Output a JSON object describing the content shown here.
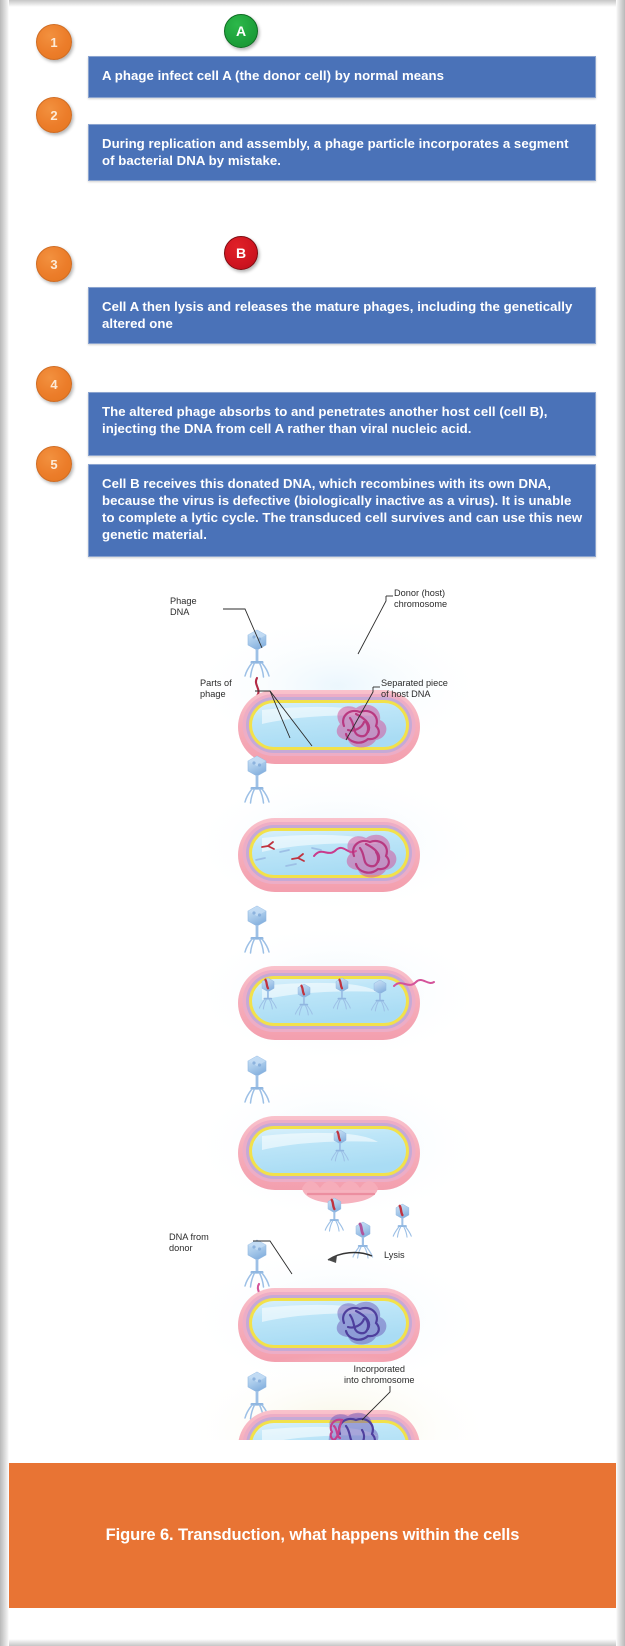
{
  "page": {
    "background": "#ffffff",
    "accent_blue": "#4a72b8",
    "accent_orange": "#e87434",
    "badge_green": "#1da03a",
    "badge_red": "#cf1420"
  },
  "steps": [
    {
      "number": "1",
      "text": "A phage infect cell A (the donor cell) by normal means"
    },
    {
      "number": "2",
      "text": "During replication and assembly, a phage particle incorporates a segment of bacterial DNA by mistake."
    },
    {
      "number": "3",
      "text": "Cell A then lysis and releases the mature phages, including the genetically altered one"
    },
    {
      "number": "4",
      "text": "The altered phage absorbs to and penetrates another host cell (cell B), injecting the DNA from cell A rather than viral nucleic acid."
    },
    {
      "number": "5",
      "text": "Cell B receives this donated DNA, which recombines with its own DNA, because the virus is defective (biologically inactive as a virus).  It is unable to complete a lytic cycle. The transduced cell survives and can use this new genetic material."
    }
  ],
  "badges": [
    {
      "label": "A",
      "kind": "donor-cell-badge"
    },
    {
      "label": "B",
      "kind": "recipient-cell-badge"
    }
  ],
  "illustration": {
    "labels": [
      {
        "id": "phage-dna",
        "line1": "Phage",
        "line2": "DNA"
      },
      {
        "id": "donor-host-chromosome",
        "line1": "Donor (host)",
        "line2": "chromosome"
      },
      {
        "id": "parts-of-phage",
        "line1": "Parts of",
        "line2": "phage"
      },
      {
        "id": "separated-piece-of-host-dna",
        "line1": "Separated piece",
        "line2": "of host DNA"
      },
      {
        "id": "dna-from-donor",
        "line1": "DNA from",
        "line2": "donor"
      },
      {
        "id": "lysis",
        "line1": "Lysis",
        "line2": ""
      },
      {
        "id": "incorporated-into-chromosome",
        "line1": "Incorporated",
        "line2": "into chromosome"
      }
    ],
    "stage_count": 6
  },
  "caption": {
    "text": "Figure 6. Transduction, what happens within the cells"
  }
}
